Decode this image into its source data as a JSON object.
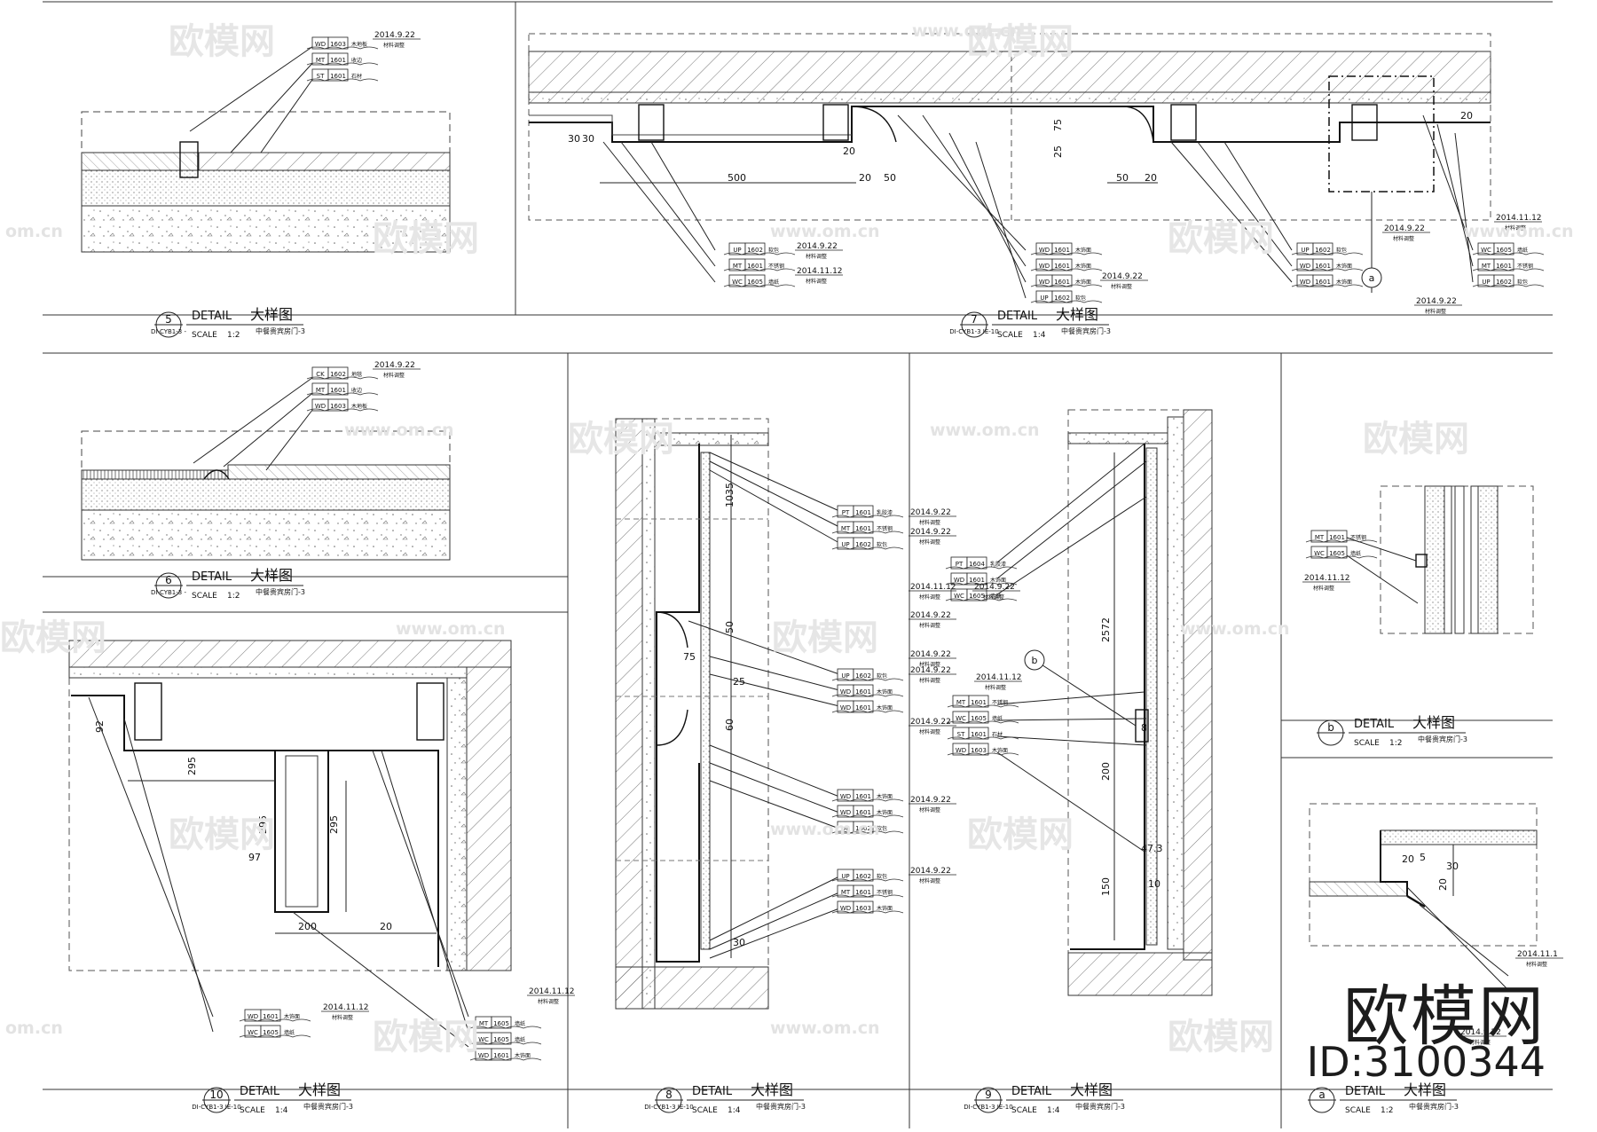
{
  "watermark": {
    "brand": "欧模网",
    "url": "www.om.cn",
    "url_short": "om.cn",
    "logo_text": "欧模网",
    "id_text": "ID:3100344"
  },
  "details": [
    {
      "number": "5",
      "ref": "DI-CYB1-3",
      "sub": "-",
      "label": "DETAIL",
      "title": "大样图",
      "scale_label": "SCALE",
      "scale": "1:2",
      "room": "中餐贵宾房门-3"
    },
    {
      "number": "7",
      "ref": "DI-CYB1-3",
      "sub": "IE-10",
      "label": "DETAIL",
      "title": "大样图",
      "scale_label": "SCALE",
      "scale": "1:4",
      "room": "中餐贵宾房门-3"
    },
    {
      "number": "6",
      "ref": "DI-CYB1-3",
      "sub": "-",
      "label": "DETAIL",
      "title": "大样图",
      "scale_label": "SCALE",
      "scale": "1:2",
      "room": "中餐贵宾房门-3"
    },
    {
      "number": "b",
      "ref": "",
      "sub": "",
      "label": "DETAIL",
      "title": "大样图",
      "scale_label": "SCALE",
      "scale": "1:2",
      "room": "中餐贵宾房门-3"
    },
    {
      "number": "10",
      "ref": "DI-CYB1-3",
      "sub": "IE-10",
      "label": "DETAIL",
      "title": "大样图",
      "scale_label": "SCALE",
      "scale": "1:4",
      "room": "中餐贵宾房门-3"
    },
    {
      "number": "8",
      "ref": "DI-CYB1-3",
      "sub": "IE-10",
      "label": "DETAIL",
      "title": "大样图",
      "scale_label": "SCALE",
      "scale": "1:4",
      "room": "中餐贵宾房门-3"
    },
    {
      "number": "9",
      "ref": "DI-CYB1-3",
      "sub": "IE-10",
      "label": "DETAIL",
      "title": "大样图",
      "scale_label": "SCALE",
      "scale": "1:4",
      "room": "中餐贵宾房门-3"
    },
    {
      "number": "a",
      "ref": "",
      "sub": "",
      "label": "DETAIL",
      "title": "大样图",
      "scale_label": "SCALE",
      "scale": "1:2",
      "room": "中餐贵宾房门-3"
    }
  ],
  "dimensions": [
    "500",
    "20",
    "50",
    "50",
    "20",
    "75",
    "25",
    "20",
    "30",
    "30",
    "20",
    "1035",
    "75",
    "50",
    "25",
    "60",
    "30",
    "2572",
    "200",
    "47.3",
    "150",
    "10",
    "8",
    "92",
    "295",
    "295",
    "295",
    "97",
    "200",
    "20",
    "20",
    "30",
    "20",
    "5"
  ],
  "revisions": [
    "2014.9.22",
    "2014.11.12",
    "2014.11.1"
  ],
  "revision_note": "材料调整",
  "callout_groups": [
    {
      "rows": [
        {
          "code": "WD",
          "num": "1603",
          "name": "木地板"
        },
        {
          "code": "MT",
          "num": "1601",
          "name": "收边"
        },
        {
          "code": "ST",
          "num": "1601",
          "name": "石材"
        }
      ]
    },
    {
      "rows": [
        {
          "code": "UP",
          "num": "1602",
          "name": "软包"
        },
        {
          "code": "MT",
          "num": "1601",
          "name": "不锈钢"
        },
        {
          "code": "WC",
          "num": "1605",
          "name": "墙纸"
        }
      ]
    },
    {
      "rows": [
        {
          "code": "WD",
          "num": "1601",
          "name": "木饰面"
        },
        {
          "code": "WD",
          "num": "1601",
          "name": "木饰面"
        },
        {
          "code": "WD",
          "num": "1601",
          "name": "木饰面"
        },
        {
          "code": "UP",
          "num": "1602",
          "name": "软包"
        }
      ]
    },
    {
      "rows": [
        {
          "code": "UP",
          "num": "1602",
          "name": "软包"
        },
        {
          "code": "WD",
          "num": "1601",
          "name": "木饰面"
        },
        {
          "code": "WD",
          "num": "1601",
          "name": "木饰面"
        }
      ]
    },
    {
      "rows": [
        {
          "code": "WC",
          "num": "1605",
          "name": "墙纸"
        },
        {
          "code": "MT",
          "num": "1601",
          "name": "不锈钢"
        },
        {
          "code": "UP",
          "num": "1602",
          "name": "软包"
        }
      ]
    },
    {
      "rows": [
        {
          "code": "CK",
          "num": "1602",
          "name": "地毯"
        },
        {
          "code": "MT",
          "num": "1601",
          "name": "收边"
        },
        {
          "code": "WD",
          "num": "1603",
          "name": "木地板"
        }
      ]
    },
    {
      "rows": [
        {
          "code": "PT",
          "num": "1601",
          "name": "乳胶漆"
        },
        {
          "code": "MT",
          "num": "1601",
          "name": "不锈钢"
        },
        {
          "code": "UP",
          "num": "1602",
          "name": "软包"
        }
      ]
    },
    {
      "rows": [
        {
          "code": "UP",
          "num": "1602",
          "name": "软包"
        },
        {
          "code": "WD",
          "num": "1601",
          "name": "木饰面"
        },
        {
          "code": "WD",
          "num": "1601",
          "name": "木饰面"
        }
      ]
    },
    {
      "rows": [
        {
          "code": "WD",
          "num": "1601",
          "name": "木饰面"
        },
        {
          "code": "WD",
          "num": "1601",
          "name": "木饰面"
        },
        {
          "code": "UP",
          "num": "1602",
          "name": "软包"
        }
      ]
    },
    {
      "rows": [
        {
          "code": "UP",
          "num": "1602",
          "name": "软包"
        },
        {
          "code": "MT",
          "num": "1601",
          "name": "不锈钢"
        },
        {
          "code": "WD",
          "num": "1603",
          "name": "木饰面"
        }
      ]
    },
    {
      "rows": [
        {
          "code": "PT",
          "num": "1604",
          "name": "乳胶漆"
        },
        {
          "code": "WD",
          "num": "1601",
          "name": "木饰面"
        },
        {
          "code": "WC",
          "num": "1605",
          "name": "墙纸"
        }
      ]
    },
    {
      "rows": [
        {
          "code": "MT",
          "num": "1601",
          "name": "不锈钢"
        },
        {
          "code": "WC",
          "num": "1605",
          "name": "墙纸"
        },
        {
          "code": "ST",
          "num": "1601",
          "name": "石材"
        },
        {
          "code": "WD",
          "num": "1603",
          "name": "木饰面"
        }
      ]
    },
    {
      "rows": [
        {
          "code": "MT",
          "num": "1601",
          "name": "不锈钢"
        },
        {
          "code": "WC",
          "num": "1605",
          "name": "墙纸"
        }
      ]
    },
    {
      "rows": [
        {
          "code": "WD",
          "num": "1601",
          "name": "木饰面"
        },
        {
          "code": "WC",
          "num": "1605",
          "name": "墙纸"
        }
      ]
    },
    {
      "rows": [
        {
          "code": "MT",
          "num": "1605",
          "name": "墙纸"
        },
        {
          "code": "WC",
          "num": "1605",
          "name": "墙纸"
        },
        {
          "code": "WD",
          "num": "1601",
          "name": "木饰面"
        }
      ]
    }
  ],
  "section_marks": [
    "a",
    "b"
  ]
}
